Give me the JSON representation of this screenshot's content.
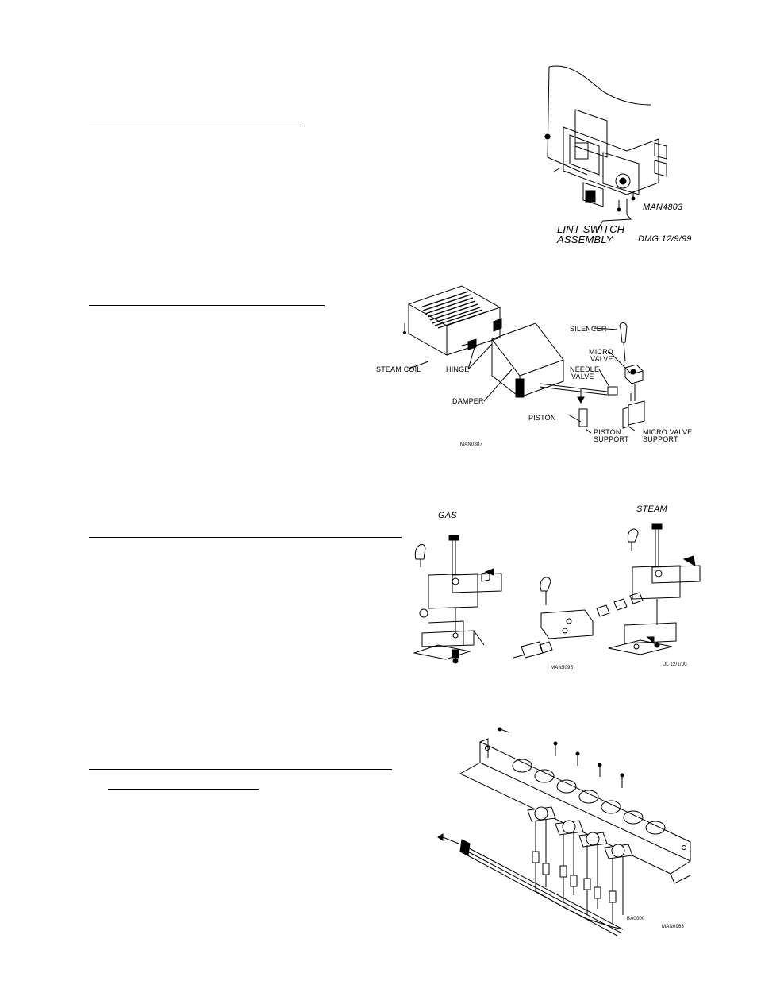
{
  "figures": {
    "lint_switch": {
      "drawing_no": "MAN4803",
      "label": "LINT SWITCH",
      "label2": "ASSEMBLY",
      "drawn_by": "DMG 12/9/99"
    },
    "steam_damper": {
      "drawing_no": "MAN0887",
      "labels": {
        "silencer": "SILENCER",
        "micro_valve_1": "MICRO",
        "micro_valve_2": "VALVE",
        "needle_valve_1": "NEEDLE",
        "needle_valve_2": "VALVE",
        "steam_coil": "STEAM COIL",
        "hinge": "HINGE",
        "damper": "DAMPER",
        "piston": "PISTON",
        "piston_support_1": "PISTON",
        "piston_support_2": "SUPPORT",
        "micro_valve_support_1": "MICRO VALVE",
        "micro_valve_support_2": "SUPPORT"
      }
    },
    "valves": {
      "gas_label": "GAS",
      "steam_label": "STEAM",
      "drawing_no": "MAN5095",
      "drawn_by": "JL 12/1/00"
    },
    "bracket": {
      "drawing_no": "MAN0963",
      "small_code": "BA0000"
    }
  }
}
